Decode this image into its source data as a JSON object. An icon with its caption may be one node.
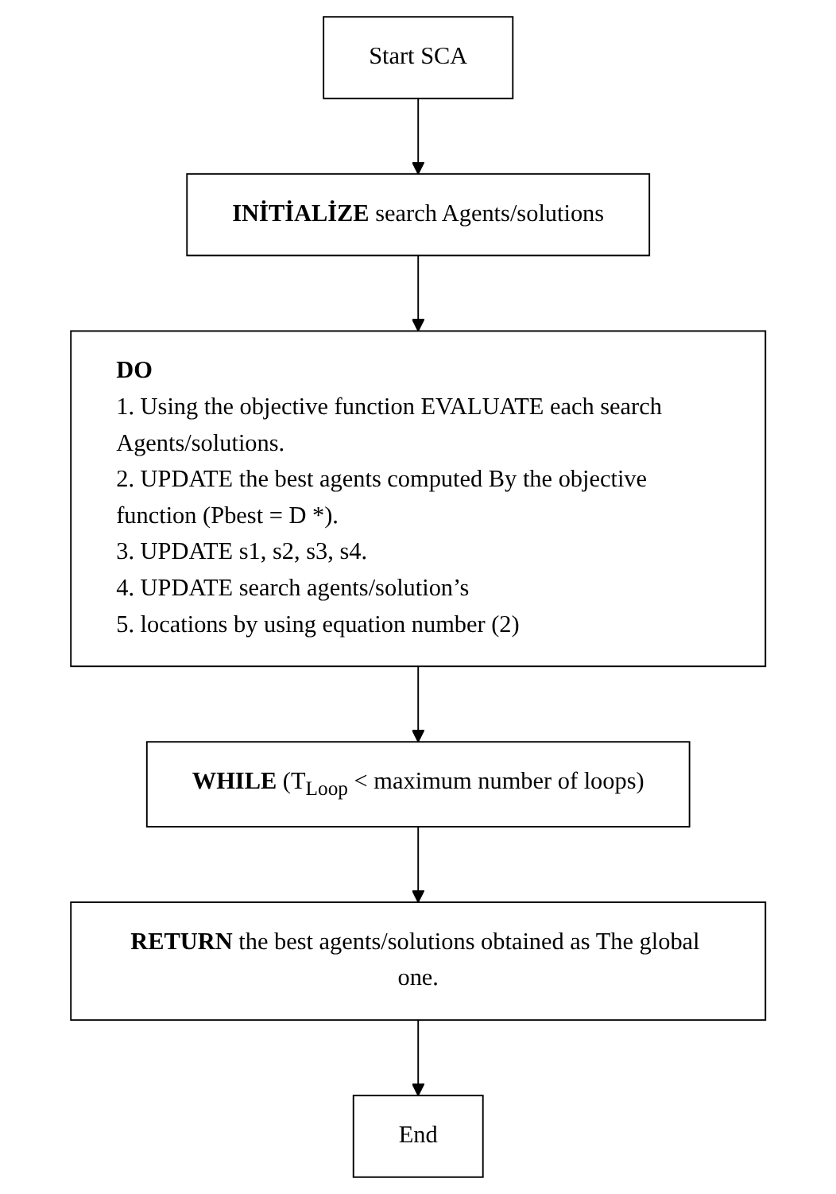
{
  "diagram": {
    "nodes": [
      {
        "text": [
          "Start SCA"
        ]
      },
      {
        "text": [
          "**INİTİALİZE** search Agents/solutions"
        ]
      },
      {
        "text": [
          "DO",
          "1. Using the objective function EVALUATE each search Agents/solutions.",
          "2. UPDATE the best agents computed By the objective function (Pbest = D *).",
          "3. UPDATE s1, s2, s3, s4.",
          "4. UPDATE search agents/solution’s",
          "5. locations by using equation number (2)"
        ]
      },
      {
        "text": [
          "**WHILE** (T$_{Loop}$ < maximum number of loops)"
        ]
      },
      {
        "text": [
          "**RETURN** the best agents/solutions obtained as The global one."
        ]
      },
      {
        "text": [
          "End"
        ]
      }
    ],
    "edges": [
      {
        "from": 0,
        "to": 1,
        "arrow": "to"
      },
      {
        "from": 1,
        "to": 2,
        "arrow": "to"
      },
      {
        "from": 2,
        "to": 3,
        "arrow": "to"
      },
      {
        "from": 3,
        "to": 4,
        "arrow": "to"
      },
      {
        "from": 4,
        "to": 5,
        "arrow": "to"
      }
    ]
  }
}
